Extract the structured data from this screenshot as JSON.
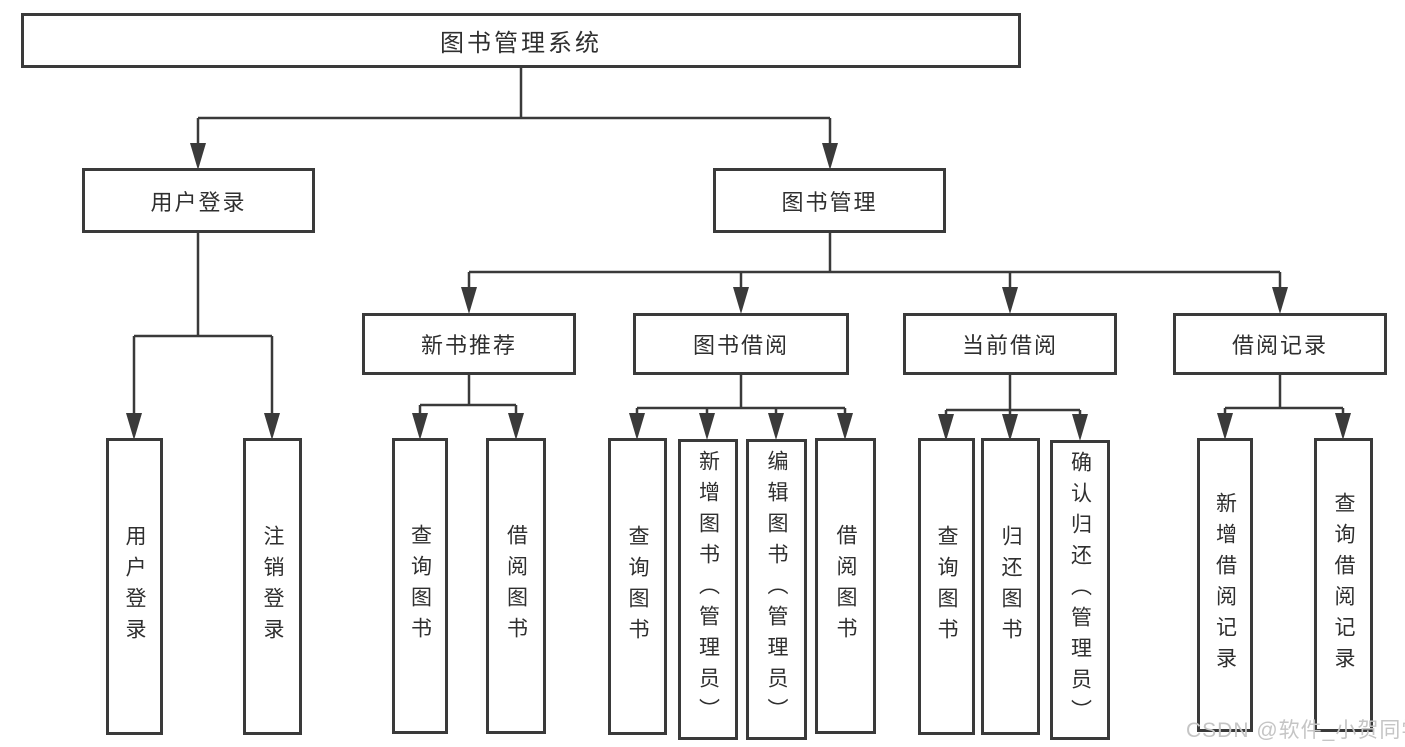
{
  "diagram_type": "hierarchy-tree",
  "watermark": "CSDN @软件_小贺同学",
  "colors": {
    "background": "#ffffff",
    "line": "#3a3a3a",
    "box_border": "#3a3a3a",
    "text": "#2f2f2f",
    "watermark": "#c5c5c5"
  },
  "tree": {
    "label": "图书管理系统",
    "children": [
      {
        "label": "用户登录",
        "children": [
          {
            "label": "用户登录"
          },
          {
            "label": "注销登录"
          }
        ]
      },
      {
        "label": "图书管理",
        "children": [
          {
            "label": "新书推荐",
            "children": [
              {
                "label": "查询图书"
              },
              {
                "label": "借阅图书"
              }
            ]
          },
          {
            "label": "图书借阅",
            "children": [
              {
                "label": "查询图书"
              },
              {
                "label": "新增图书（管理员）"
              },
              {
                "label": "编辑图书（管理员）"
              },
              {
                "label": "借阅图书"
              }
            ]
          },
          {
            "label": "当前借阅",
            "children": [
              {
                "label": "查询图书"
              },
              {
                "label": "归还图书"
              },
              {
                "label": "确认归还（管理员）"
              }
            ]
          },
          {
            "label": "借阅记录",
            "children": [
              {
                "label": "新增借阅记录"
              },
              {
                "label": "查询借阅记录"
              }
            ]
          }
        ]
      }
    ]
  }
}
